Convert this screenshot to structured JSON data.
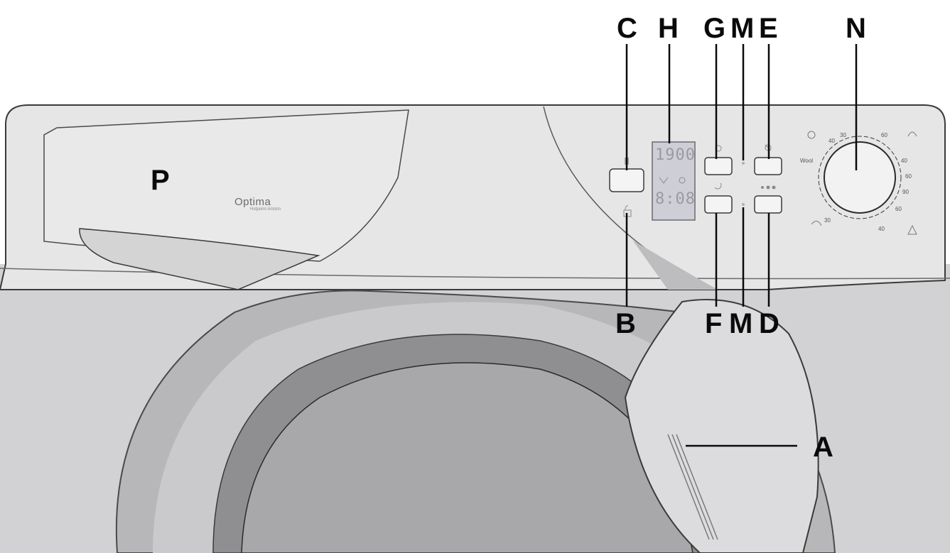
{
  "brand": {
    "name": "Optima",
    "subtitle": "Hotpoint-Ariston"
  },
  "display": {
    "top_readout": "1900",
    "bottom_readout": "8:08"
  },
  "callouts": {
    "P": "P",
    "C": "C",
    "H": "H",
    "G": "G",
    "M_top": "M",
    "E": "E",
    "N": "N",
    "B": "B",
    "F": "F",
    "M_bottom": "M",
    "D": "D",
    "A": "A"
  },
  "dial": {
    "labels": [
      "Wool",
      "40",
      "30",
      "60",
      "40",
      "60",
      "90",
      "30",
      "40",
      "60"
    ]
  },
  "colors": {
    "panel_fill": "#e6e6e6",
    "body_fill": "#cfcfd1",
    "door_ring": "#b9b9bb",
    "door_glass": "#9fa0a3",
    "outline": "#3a3a3a",
    "leader": "#0a0a0a"
  },
  "icons": [
    "lock-icon",
    "delay-timer-icon",
    "spin-icon",
    "temperature-icon",
    "extra-rinse-icon",
    "stain-icon",
    "programme-knob-icon"
  ]
}
